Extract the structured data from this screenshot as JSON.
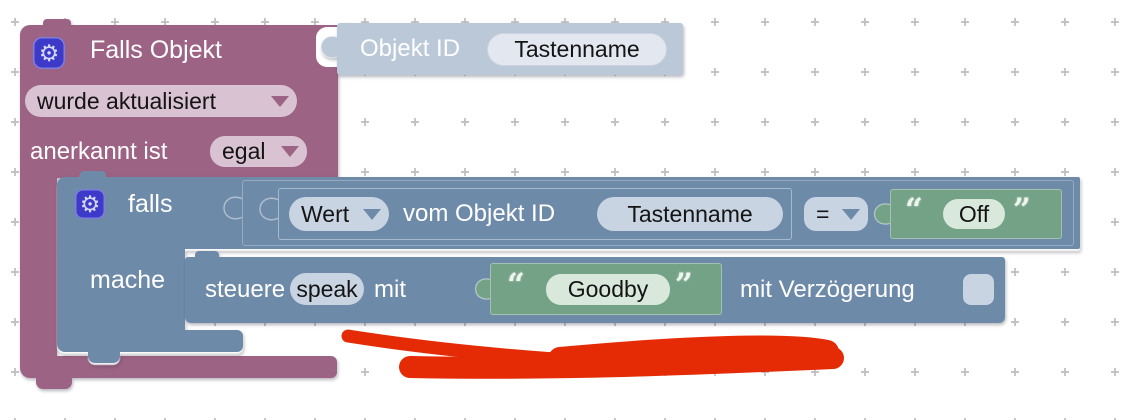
{
  "workspace": {
    "grid_color": "#bdbdbd",
    "background": "#ffffff"
  },
  "icons": {
    "gear": "⚙"
  },
  "colors": {
    "trigger_block": "#9d6384",
    "trigger_field": "#d9c2d2",
    "logic_block": "#6e8aa9",
    "logic_field": "#c9d4e2",
    "shadow_block": "#bac8d8",
    "shadow_field": "#e3e7f0",
    "string_block": "#74a287",
    "string_field": "#d8e9dc",
    "gear_badge": "#3d39c9",
    "marker": "#e42b05"
  },
  "trigger": {
    "title": "Falls Objekt",
    "object_label": "Objekt ID",
    "object_value": "Tastenname",
    "event_value": "wurde aktualisiert",
    "ack_label": "anerkannt ist",
    "ack_value": "egal"
  },
  "logic": {
    "if_label": "falls",
    "do_label": "mache"
  },
  "condition": {
    "attr_value": "Wert",
    "source_label": "vom Objekt ID",
    "object_value": "Tastenname",
    "operator_value": "=",
    "string_value": "Off"
  },
  "action": {
    "control_label": "steuere",
    "target_value": "speak",
    "with_label": "mit",
    "string_value": "Goodby",
    "delay_label": "mit Verzögerung"
  },
  "quotes": {
    "open": "“",
    "close": "”"
  }
}
